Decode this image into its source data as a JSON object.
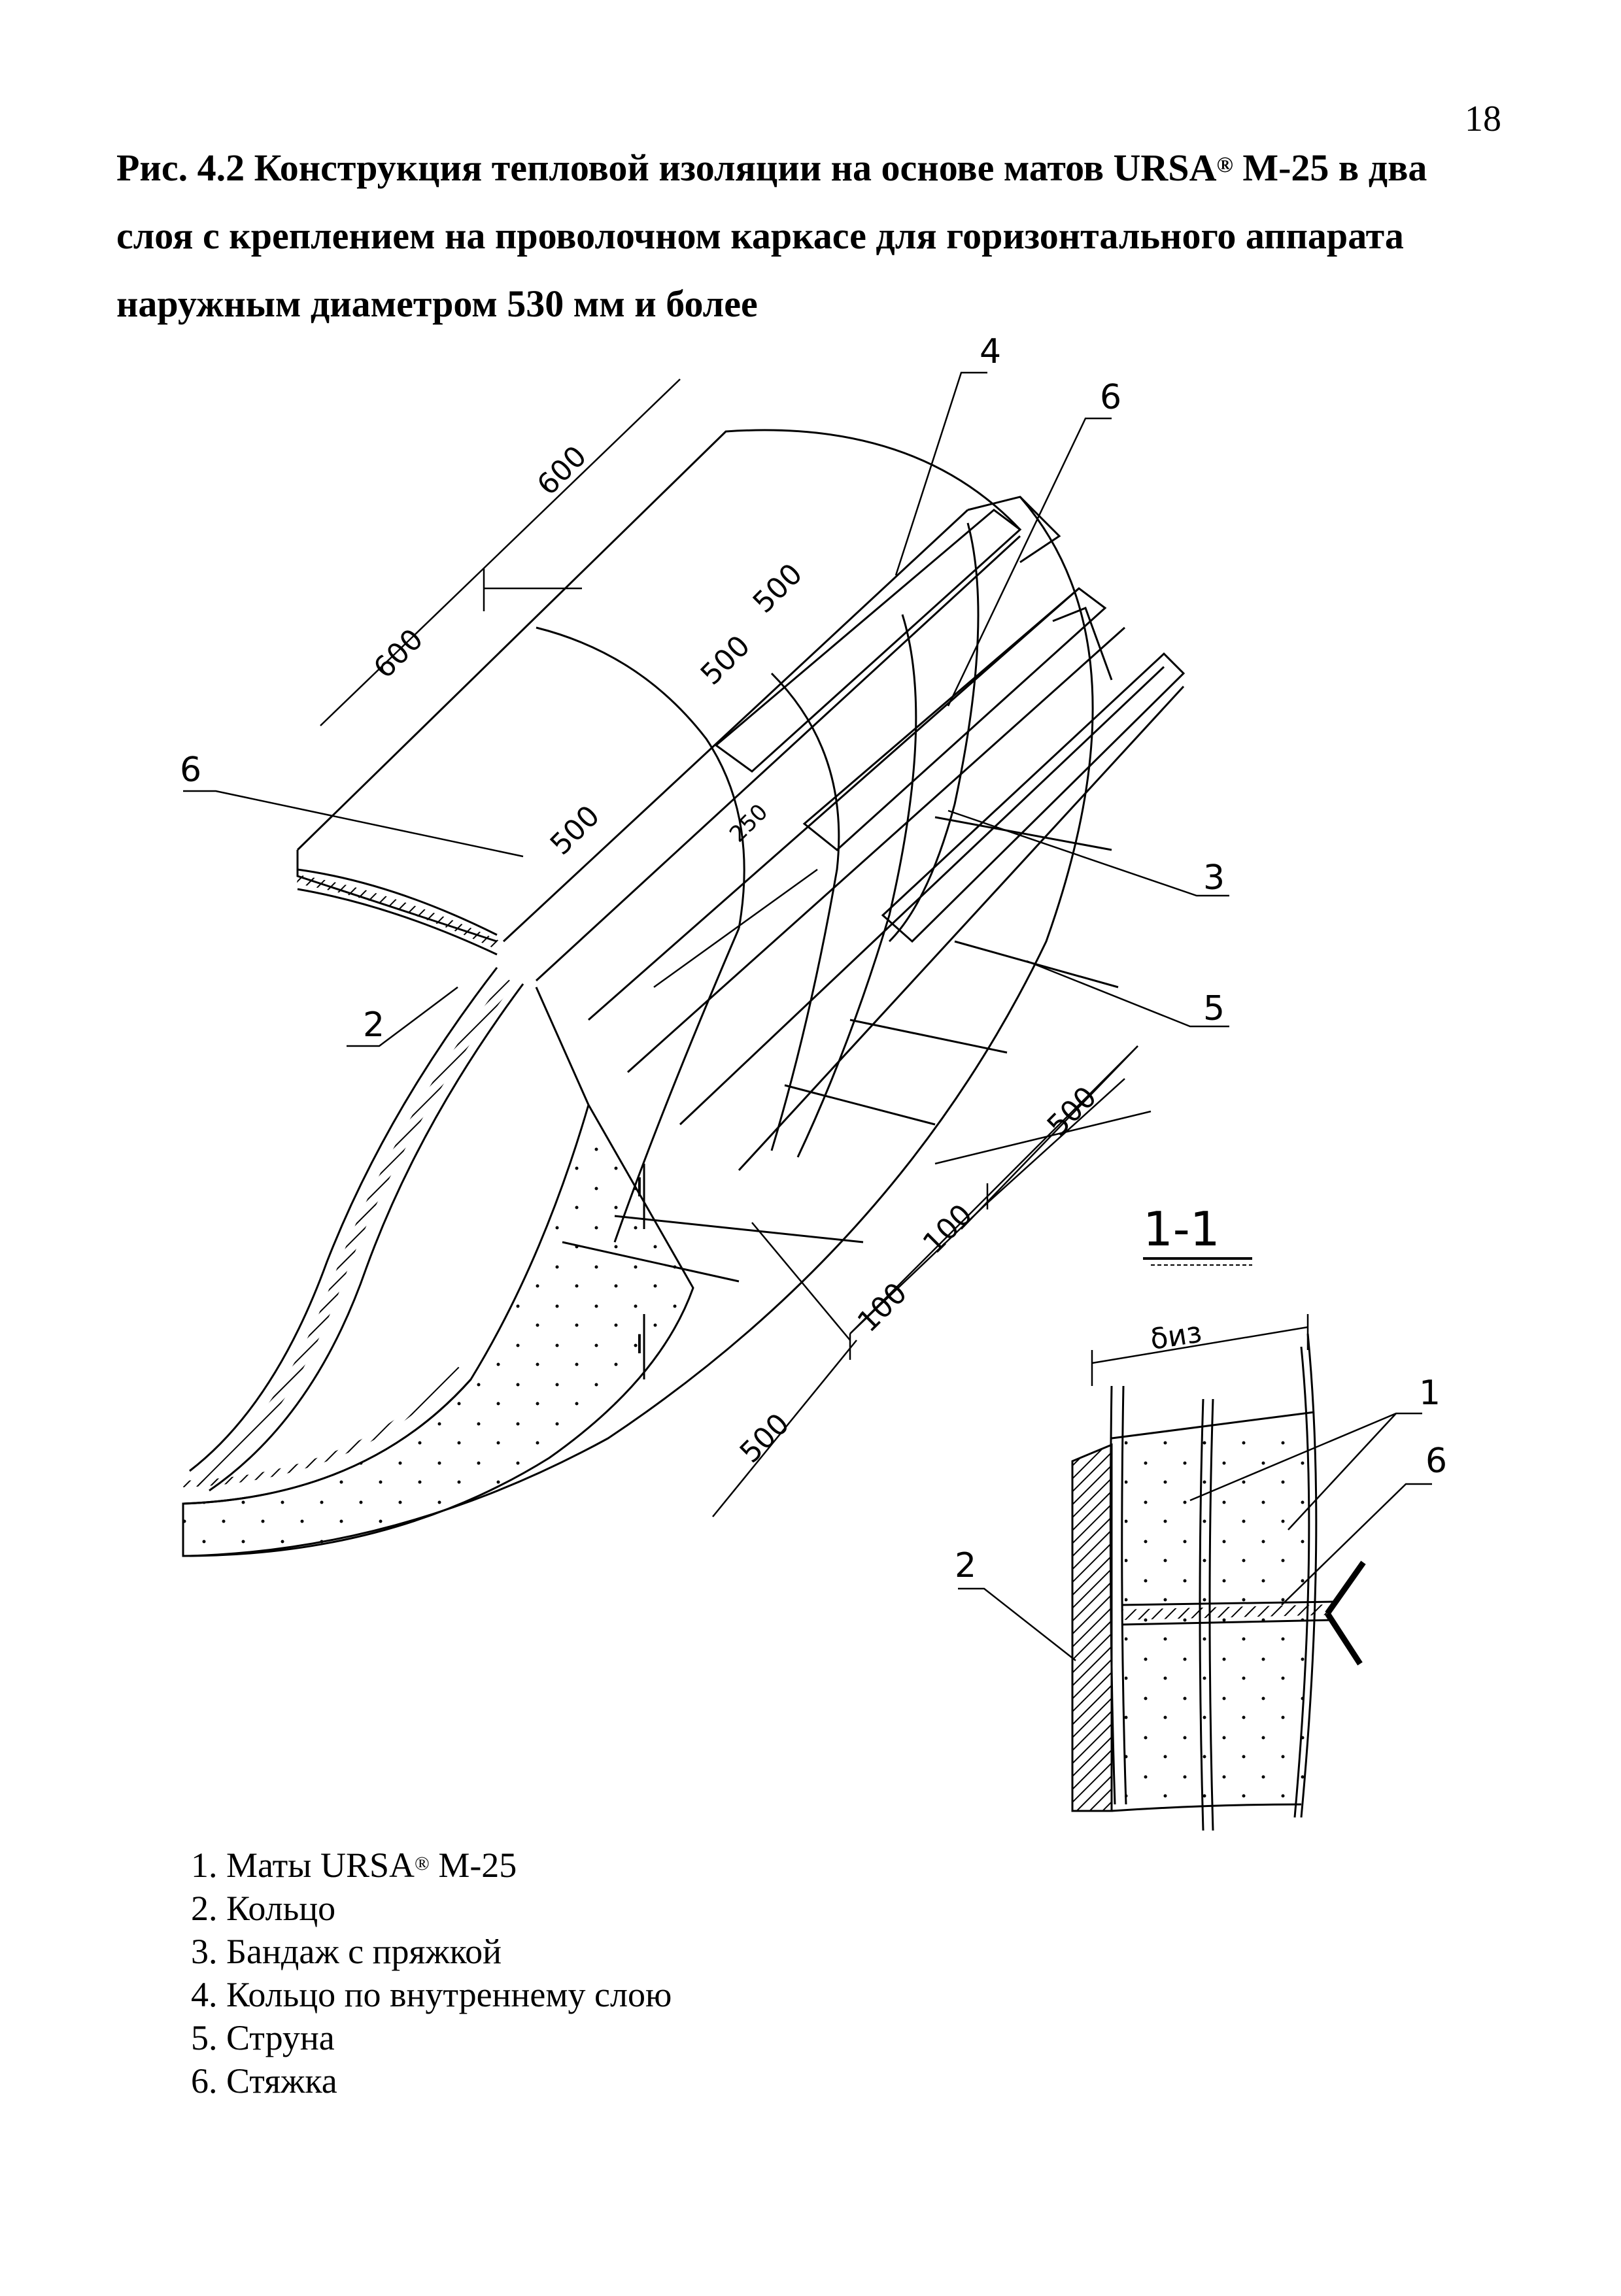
{
  "page_number": "18",
  "caption": {
    "part1": "Рис. 4.2 Конструкция тепловой изоляции на основе матов URSA",
    "reg": "®",
    "part2": " М-25 в два слоя с креплением на проволочном каркасе для горизонтального аппарата наружным  диаметром 530 мм и более"
  },
  "drawing": {
    "dimensions": {
      "d600_top": "600",
      "d600_left": "600",
      "d500_a": "500",
      "d500_b": "500",
      "d500_c": "500",
      "d250": "250",
      "d500_right": "500",
      "d100_a": "100",
      "d100_b": "100",
      "d500_bottom": "500"
    },
    "callouts": {
      "c4": "4",
      "c6_top": "6",
      "c6_left": "6",
      "c3": "3",
      "c5": "5",
      "c2": "2"
    },
    "section_marks": {
      "upper": "I",
      "lower": "I"
    }
  },
  "section": {
    "title": "1-1",
    "thickness_label": "δиз",
    "callouts": {
      "c1": "1",
      "c6": "6",
      "c2": "2"
    }
  },
  "legend": [
    {
      "text": "1. Маты URSA",
      "reg": "®",
      "suffix": "  М-25"
    },
    {
      "text": "2. Кольцо"
    },
    {
      "text": "3. Бандаж с пряжкой"
    },
    {
      "text": "4. Кольцо по внутреннему слою"
    },
    {
      "text": "5. Струна"
    },
    {
      "text": "6. Стяжка"
    }
  ]
}
